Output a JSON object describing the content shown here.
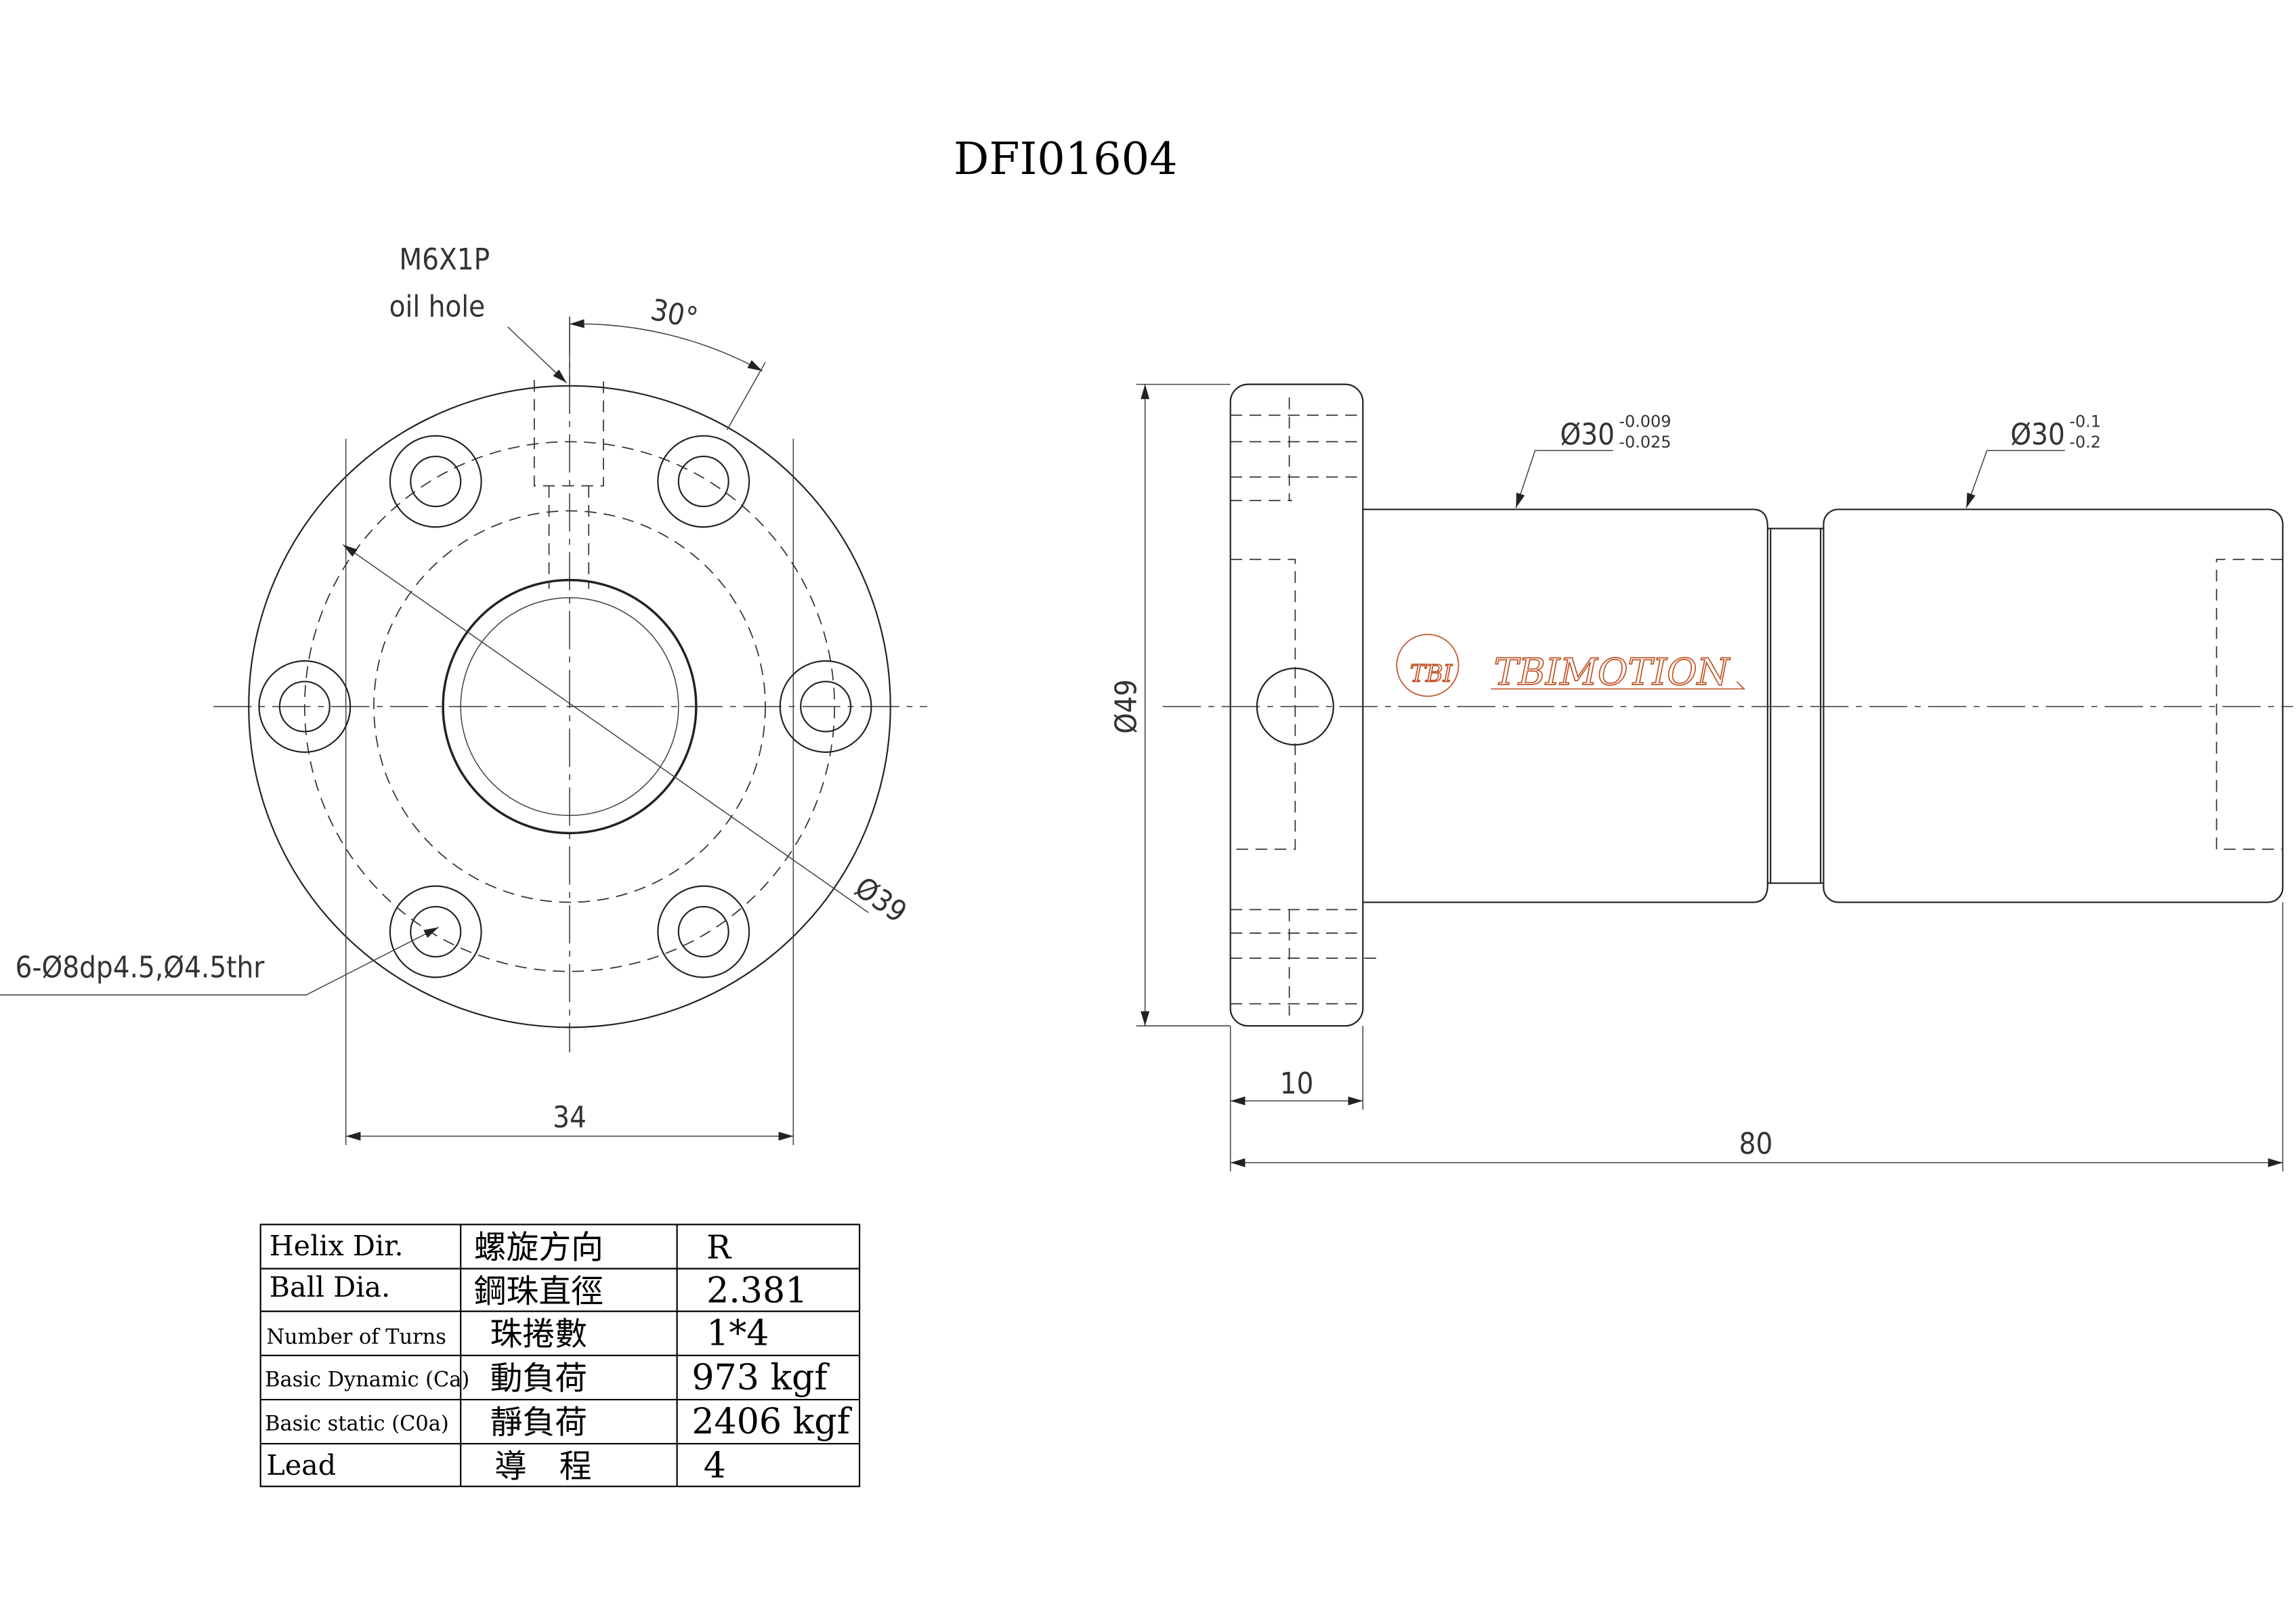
{
  "title": "DFI01604",
  "front_view": {
    "oil_hole_thread": "M6X1P",
    "oil_hole_label": "oil hole",
    "angle_label": "30°",
    "flange_dia_label": "Ø39",
    "mount_holes_label": "6-Ø8dp4.5,Ø4.5thr",
    "width_label": "34"
  },
  "side_view": {
    "flange_od_label": "Ø49",
    "body_dia_1": {
      "nominal": "Ø30",
      "upper": "-0.009",
      "lower": "-0.025"
    },
    "body_dia_2": {
      "nominal": "Ø30",
      "upper": "-0.1",
      "lower": "-0.2"
    },
    "flange_thickness_label": "10",
    "length_label": "80",
    "logo": {
      "mark": "TBI",
      "brand": "TBIMOTION",
      "color": "#c0562a"
    }
  },
  "spec_table": {
    "rows": [
      {
        "en": "Helix  Dir.",
        "zh": "螺旋方向",
        "value": "R"
      },
      {
        "en": "Ball Dia.",
        "zh": "鋼珠直徑",
        "value": "2.381"
      },
      {
        "en": "Number of Turns",
        "zh": "珠捲數",
        "value": "1*4"
      },
      {
        "en": "Basic Dynamic (Ca)",
        "zh": "動負荷",
        "value": "973 kgf"
      },
      {
        "en": "Basic static (C0a)",
        "zh": "靜負荷",
        "value": "2406 kgf"
      },
      {
        "en": "Lead",
        "zh": "導　程",
        "value": "4"
      }
    ]
  }
}
